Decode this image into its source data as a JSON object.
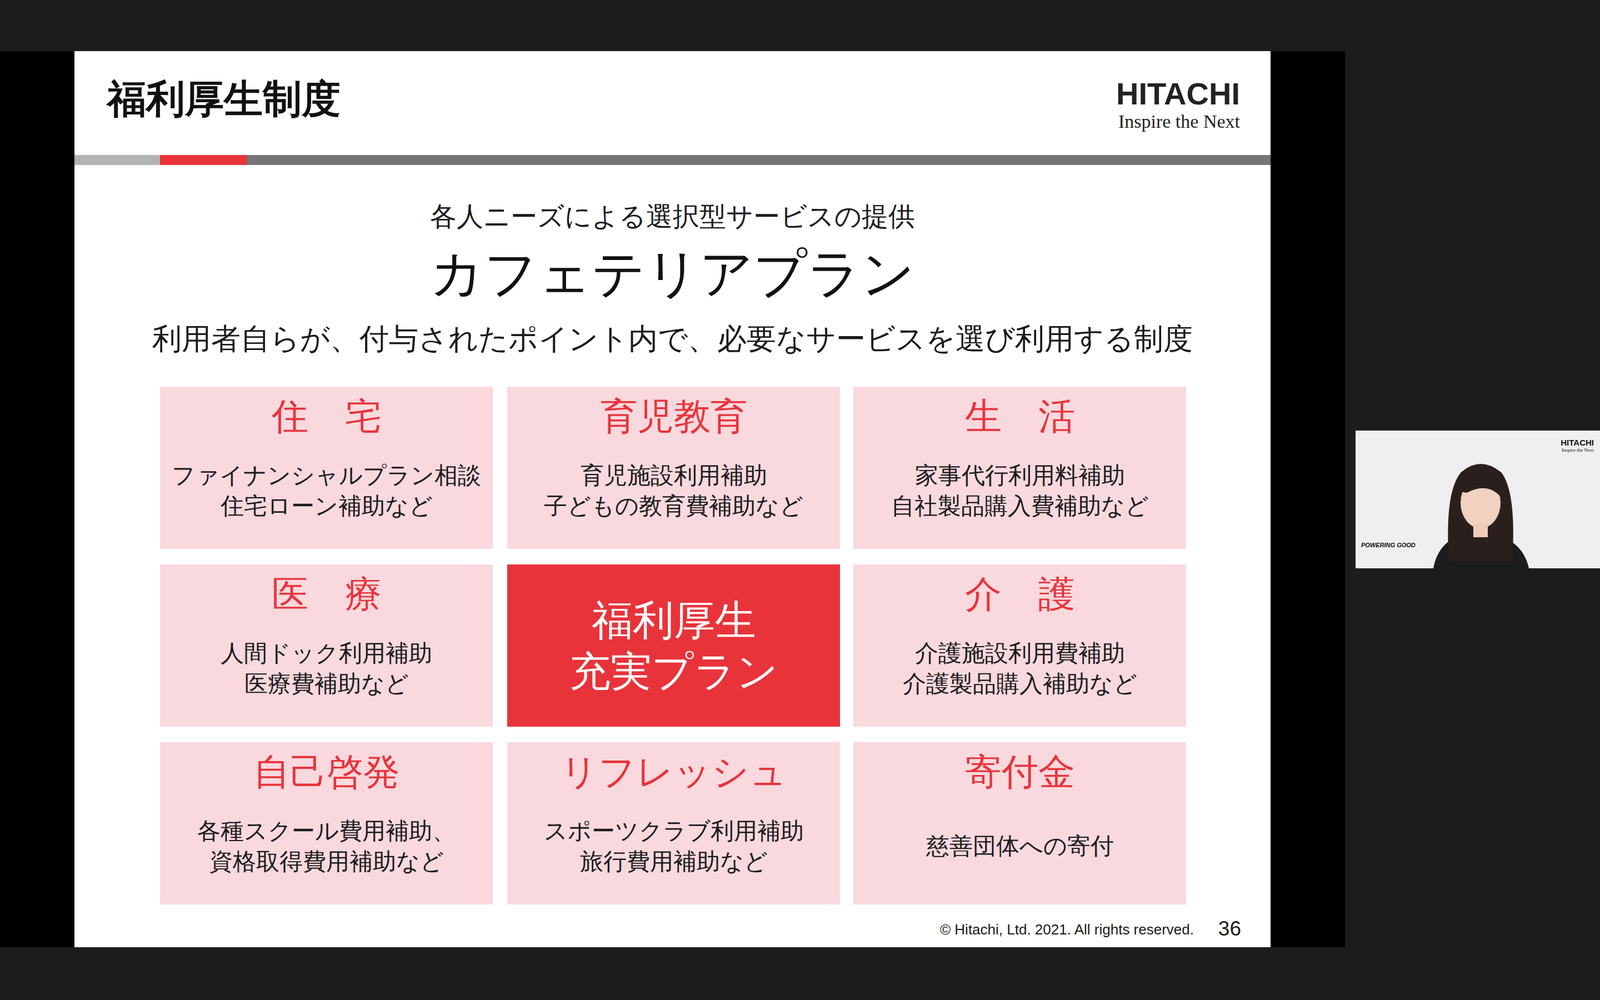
{
  "diagram": {
    "title": "福利厚生制度",
    "nodes": [
      {
        "text": [
          "住　宅",
          "ファイナンシャルプラン相談 住宅ローン補助など"
        ]
      },
      {
        "text": [
          "育児教育",
          "育児施設利用補助 子どもの教育費補助など"
        ]
      },
      {
        "text": [
          "生　活",
          "家事代行利用料補助 自社製品購入費補助など"
        ]
      },
      {
        "text": [
          "医　療",
          "人間ドック利用補助 医療費補助など"
        ]
      },
      {
        "text": [
          "福利厚生 充実プラン"
        ]
      },
      {
        "text": [
          "介　護",
          "介護施設利用費補助 介護製品購入補助など"
        ]
      },
      {
        "text": [
          "自己啓発",
          "各種スクール費用補助、 資格取得費用補助など"
        ]
      },
      {
        "text": [
          "リフレッシュ",
          "スポーツクラブ利用補助 旅行費用補助など"
        ]
      },
      {
        "text": [
          "寄付金",
          "慈善団体への寄付"
        ]
      }
    ],
    "labels": [
      "HITACHI",
      "Inspire the Next",
      "各人ニーズによる選択型サービスの提供",
      "カフェテリアプラン",
      "利用者自らが、付与されたポイント内で、必要なサービスを選び利用する制度",
      "© Hitachi, Ltd. 2021. All rights reserved.",
      "36",
      "HITACHI",
      "Inspire the Next",
      "POWERING GOOD"
    ]
  }
}
